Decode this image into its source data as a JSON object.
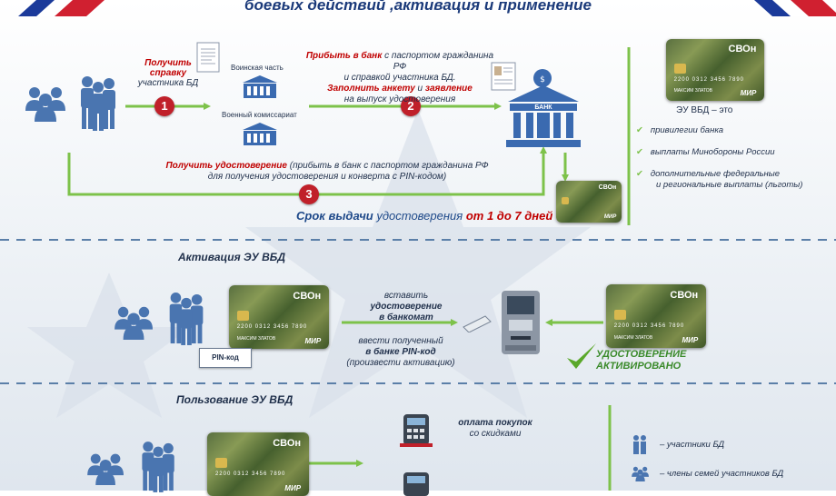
{
  "header": {
    "title": "боевых действий ,активация и применение"
  },
  "section1": {
    "step1_red": "Получить справку",
    "step1_text": "участника БД",
    "military_unit": "Воинская часть",
    "commissariat": "Военный комиссариат",
    "step2_red1": "Прибыть в банк",
    "step2_text1": "с паспортом гражданина РФ",
    "step2_text2": "и справкой участника БД.",
    "step2_red2a": "Заполнить анкету",
    "step2_and": "и",
    "step2_red2b": "заявление",
    "step2_text3": "на выпуск удостоверения",
    "bank_label": "БАНК",
    "step3_red": "Получить удостоверение",
    "step3_text1": "(прибыть в банк с паспортом гражданина РФ",
    "step3_text2": "для получения удостоверения и конверта с PIN-кодом)",
    "term_prefix": "Срок выдачи",
    "term_mid": "удостоверения",
    "term_red": "от 1 до 7 дней",
    "steps": [
      "1",
      "2",
      "3"
    ]
  },
  "card": {
    "brand": "СВОн",
    "number": "2200 0312 3456 7890",
    "holder": "МАКСИМ ЗЛАТОВ",
    "system": "МИР"
  },
  "side_panel": {
    "title": "ЭУ ВБД – это",
    "items": [
      "привилегии банка",
      "выплаты Минобороны России",
      "дополнительные федеральные",
      "и региональные выплаты (льготы)"
    ]
  },
  "section2": {
    "title": "Активация ЭУ ВБД",
    "pin_label": "PIN-код",
    "insert_text1": "вставить",
    "insert_text2": "удостоверение",
    "insert_text3": "в банкомат",
    "enter_text1": "ввести полученный",
    "enter_text2": "в банке PIN-код",
    "enter_text3": "(произвести активацию)",
    "activated1": "УДОСТОВЕРЕНИЕ",
    "activated2": "АКТИВИРОВАНО"
  },
  "section3": {
    "title": "Пользование ЭУ ВБД",
    "payment1": "оплата покупок",
    "payment2": "со скидками",
    "legend": [
      "– участники БД",
      "– члены семей участников БД"
    ]
  },
  "colors": {
    "arrow": "#7dc24a",
    "dash": "#5b7fa8",
    "people": "#4a75b0",
    "bank": "#3a6ab0",
    "red": "#c00000"
  }
}
